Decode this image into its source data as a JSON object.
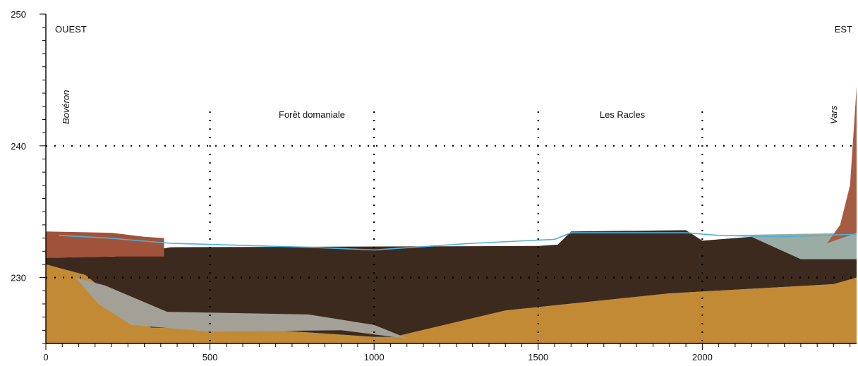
{
  "chart_data": {
    "type": "area",
    "title": "",
    "xlabel": "",
    "ylabel": "",
    "xlim": [
      0,
      2470
    ],
    "ylim": [
      225,
      250
    ],
    "x_ticks": [
      0,
      500,
      1000,
      1500,
      2000
    ],
    "y_ticks": [
      230,
      240,
      250
    ],
    "grid": {
      "horizontal_dotted_at": [
        230,
        240
      ],
      "vertical_dotted_at": [
        500,
        1000,
        1500,
        2000
      ]
    },
    "annotations": {
      "west": "OUEST",
      "east": "EST",
      "river_left": "Bovéron",
      "river_right": "Vars",
      "zone_1": "Forêt domaniale",
      "zone_2": "Les Racles"
    },
    "layers": [
      {
        "key": "sand",
        "color": "#c38a35",
        "top": [
          [
            0,
            231
          ],
          [
            120,
            230.2
          ],
          [
            320,
            226.2
          ],
          [
            700,
            226
          ],
          [
            1000,
            225.5
          ],
          [
            1060,
            225.5
          ],
          [
            1400,
            227.5
          ],
          [
            1900,
            228.8
          ],
          [
            2400,
            229.5
          ],
          [
            2470,
            230
          ]
        ]
      },
      {
        "key": "clay",
        "color": "#a3a197",
        "top": [
          [
            90,
            230
          ],
          [
            180,
            229.4
          ],
          [
            370,
            227.4
          ],
          [
            800,
            227.2
          ],
          [
            1000,
            226.4
          ],
          [
            1100,
            225.4
          ]
        ],
        "bottom": [
          [
            90,
            230
          ],
          [
            160,
            228
          ],
          [
            260,
            226.4
          ],
          [
            500,
            225.9
          ],
          [
            900,
            226
          ],
          [
            1060,
            225.5
          ]
        ]
      },
      {
        "key": "peat",
        "color": "#3d2a1f",
        "top": [
          [
            0,
            231.5
          ],
          [
            210,
            231.6
          ],
          [
            380,
            232.3
          ],
          [
            1500,
            232.4
          ],
          [
            1560,
            232.5
          ],
          [
            1600,
            233.5
          ],
          [
            1950,
            233.6
          ],
          [
            2000,
            232.8
          ],
          [
            2100,
            233
          ],
          [
            2150,
            233.1
          ],
          [
            2300,
            231.4
          ],
          [
            2470,
            231.4
          ]
        ]
      },
      {
        "key": "surface_left",
        "color": "#a0533a",
        "points": [
          [
            0,
            233.5
          ],
          [
            200,
            233.4
          ],
          [
            300,
            233.1
          ],
          [
            360,
            233
          ],
          [
            360,
            231.6
          ],
          [
            210,
            231.6
          ],
          [
            0,
            231.5
          ]
        ]
      },
      {
        "key": "surface_right",
        "color": "#9aaca3",
        "points": [
          [
            2050,
            233.2
          ],
          [
            2470,
            233.4
          ],
          [
            2470,
            231.4
          ],
          [
            2300,
            231.4
          ],
          [
            2150,
            233.1
          ]
        ]
      },
      {
        "key": "bank_east",
        "color": "#a65b43",
        "points": [
          [
            2380,
            232.6
          ],
          [
            2420,
            234
          ],
          [
            2450,
            237
          ],
          [
            2470,
            244.5
          ],
          [
            2470,
            233.4
          ]
        ]
      }
    ],
    "water_line": {
      "color": "#4fb0d6",
      "points": [
        [
          40,
          233.2
        ],
        [
          190,
          233
        ],
        [
          380,
          232.6
        ],
        [
          800,
          232.3
        ],
        [
          1000,
          232.1
        ],
        [
          1300,
          232.6
        ],
        [
          1550,
          232.9
        ],
        [
          1600,
          233.4
        ],
        [
          1950,
          233.4
        ],
        [
          2050,
          233.2
        ],
        [
          2250,
          233.1
        ],
        [
          2470,
          233.3
        ]
      ]
    }
  }
}
